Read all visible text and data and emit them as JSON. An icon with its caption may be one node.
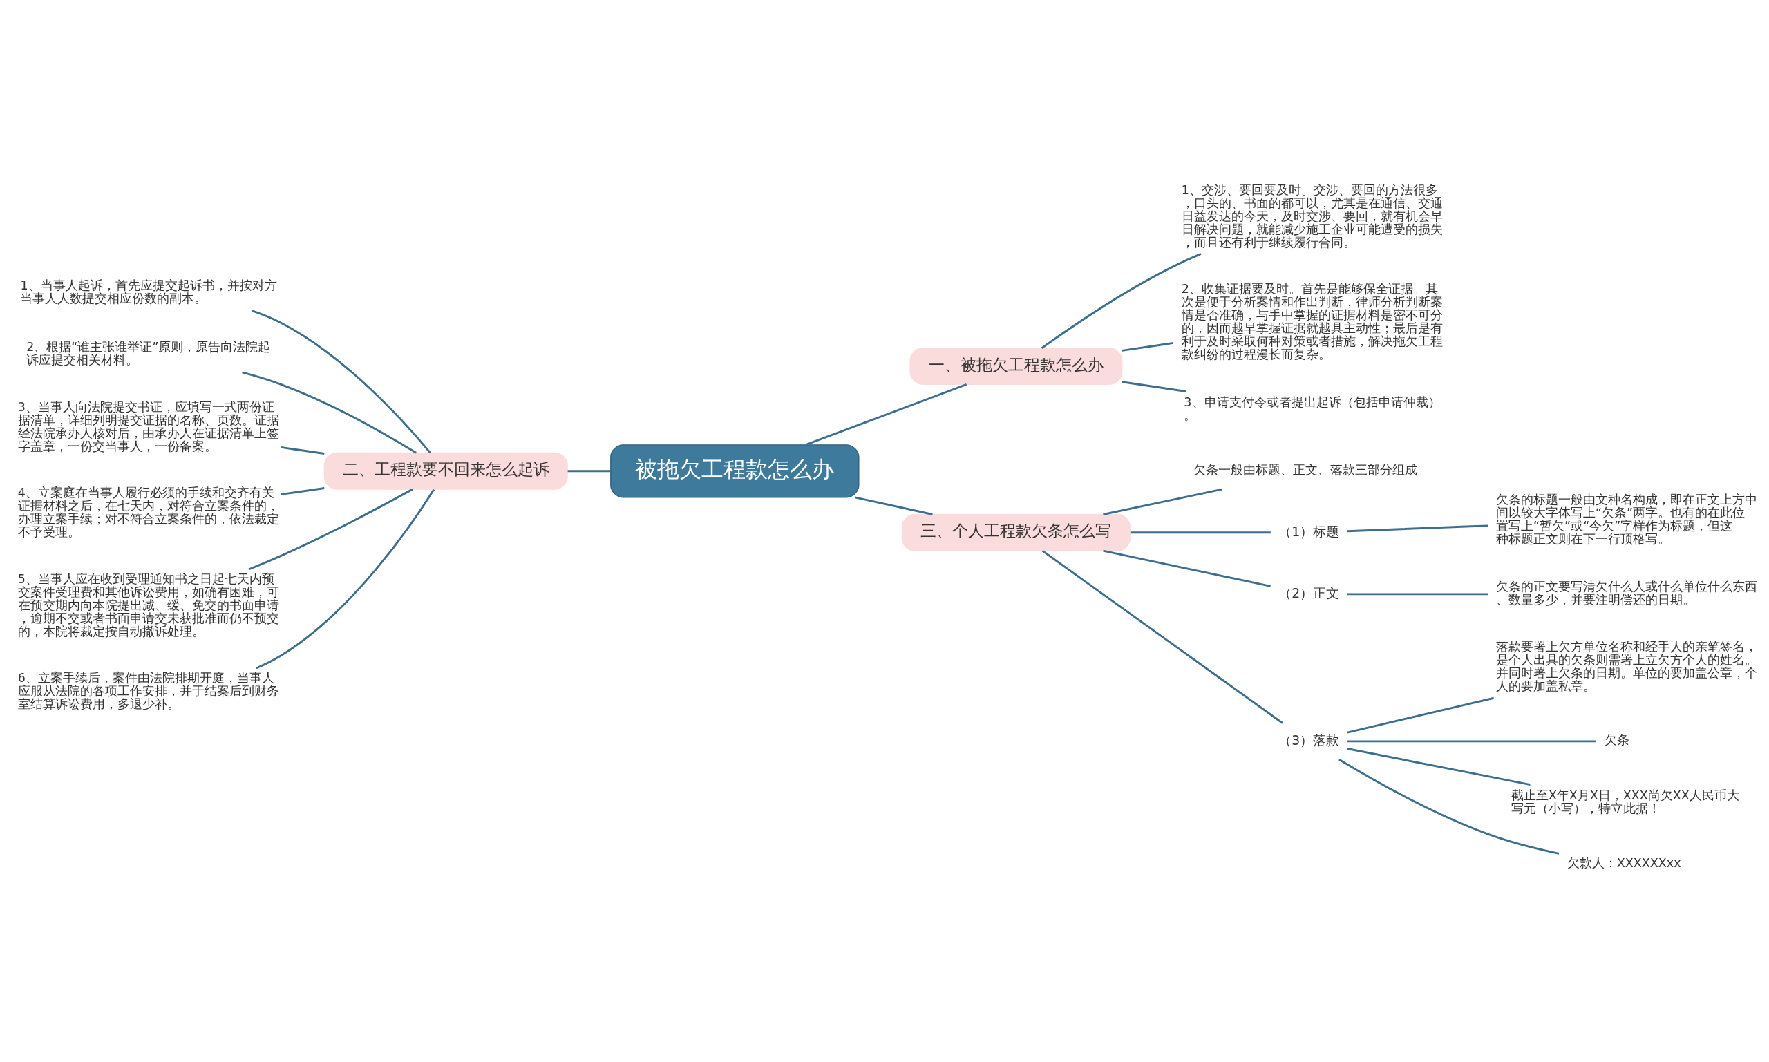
{
  "diagram": {
    "nodes": [
      {
        "text": [
          "被拖欠工程款怎么办"
        ]
      },
      {
        "text": [
          "一、被拖欠工程款怎么办"
        ]
      },
      {
        "text": [
          "1、交涉、要回要及时。交涉、要回的方法很多，口头的、书面的都可以，尤其是在通信、交通日益发达的今天，及时交涉、要回，就有机会早日解决问题，就能减少施工企业可能遭受的损失，而且还有利于继续履行合同。"
        ]
      },
      {
        "text": [
          "2、收集证据要及时。首先是能够保全证据。其次是便于分析案情和作出判断，律师分析判断案情是否准确，与手中掌握的证据材料是密不可分的，因而越早掌握证据就越具主动性；最后是有利于及时采取何种对策或者措施，解决拖欠工程款纠纷的过程漫长而复杂。"
        ]
      },
      {
        "text": [
          "3、申请支付令或者提出起诉（包括申请仲裁）。"
        ]
      },
      {
        "text": [
          "二、工程款要不回来怎么起诉"
        ]
      },
      {
        "text": [
          "1、当事人起诉，首先应提交起诉书，并按对方当事人人数提交相应份数的副本。"
        ]
      },
      {
        "text": [
          "2、根据“谁主张谁举证”原则，原告向法院起诉应提交相关材料。"
        ]
      },
      {
        "text": [
          "3、当事人向法院提交书证，应填写一式两份证据清单，详细列明提交证据的名称、页数。证据经法院承办人核对后，由承办人在证据清单上签字盖章，一份交当事人，一份备案。"
        ]
      },
      {
        "text": [
          "4、立案庭在当事人履行必须的手续和交齐有关证据材料之后，在七天内，对符合立案条件的，办理立案手续；对不符合立案条件的，依法裁定不予受理。"
        ]
      },
      {
        "text": [
          "5、当事人应在收到受理通知书之日起七天内预交案件受理费和其他诉讼费用，如确有困难，可在预交期内向本院提出减、缓、免交的书面申请，逾期不交或者书面申请交未获批准而仍不预交的，本院将裁定按自动撤诉处理。"
        ]
      },
      {
        "text": [
          "6、立案手续后，案件由法院排期开庭，当事人应服从法院的各项工作安排，并于结案后到财务室结算诉讼费用，多退少补。"
        ]
      },
      {
        "text": [
          "三、个人工程款欠条怎么写"
        ]
      },
      {
        "text": [
          "欠条一般由标题、正文、落款三部分组成。"
        ]
      },
      {
        "text": [
          "（1）标题"
        ]
      },
      {
        "text": [
          "欠条的标题一般由文种名构成，即在正文上方中间以较大字体写上“欠条”两字。也有的在此位置写上“暂欠”或“今欠”字样作为标题，但这种标题正文则在下一行顶格写。"
        ]
      },
      {
        "text": [
          "（2）正文"
        ]
      },
      {
        "text": [
          "欠条的正文要写清欠什么人或什么单位什么东西、数量多少，并要注明偿还的日期。"
        ]
      },
      {
        "text": [
          "（3）落款"
        ]
      },
      {
        "text": [
          "落款要署上欠方单位名称和经手人的亲笔签名，是个人出具的欠条则需署上立欠方个人的姓名。并同时署上欠条的日期。单位的要加盖公章，个人的要加盖私章。"
        ]
      },
      {
        "text": [
          "欠条"
        ]
      },
      {
        "text": [
          "截止至X年X月X日，XXX尚欠XX人民币大写元（小写），特立此据！"
        ]
      },
      {
        "text": [
          "欠款人：XXXXXXxx"
        ]
      }
    ],
    "edges": [
      {
        "from": 0,
        "to": 1,
        "arrow": "none"
      },
      {
        "from": 1,
        "to": 2,
        "arrow": "none"
      },
      {
        "from": 1,
        "to": 3,
        "arrow": "none"
      },
      {
        "from": 1,
        "to": 4,
        "arrow": "none"
      },
      {
        "from": 0,
        "to": 5,
        "arrow": "none"
      },
      {
        "from": 5,
        "to": 6,
        "arrow": "none"
      },
      {
        "from": 5,
        "to": 7,
        "arrow": "none"
      },
      {
        "from": 5,
        "to": 8,
        "arrow": "none"
      },
      {
        "from": 5,
        "to": 9,
        "arrow": "none"
      },
      {
        "from": 5,
        "to": 10,
        "arrow": "none"
      },
      {
        "from": 5,
        "to": 11,
        "arrow": "none"
      },
      {
        "from": 0,
        "to": 12,
        "arrow": "none"
      },
      {
        "from": 12,
        "to": 13,
        "arrow": "none"
      },
      {
        "from": 12,
        "to": 14,
        "arrow": "none"
      },
      {
        "from": 14,
        "to": 15,
        "arrow": "none"
      },
      {
        "from": 12,
        "to": 16,
        "arrow": "none"
      },
      {
        "from": 16,
        "to": 17,
        "arrow": "none"
      },
      {
        "from": 12,
        "to": 18,
        "arrow": "none"
      },
      {
        "from": 18,
        "to": 19,
        "arrow": "none"
      },
      {
        "from": 18,
        "to": 20,
        "arrow": "none"
      },
      {
        "from": 18,
        "to": 21,
        "arrow": "none"
      },
      {
        "from": 18,
        "to": 22,
        "arrow": "none"
      }
    ]
  }
}
